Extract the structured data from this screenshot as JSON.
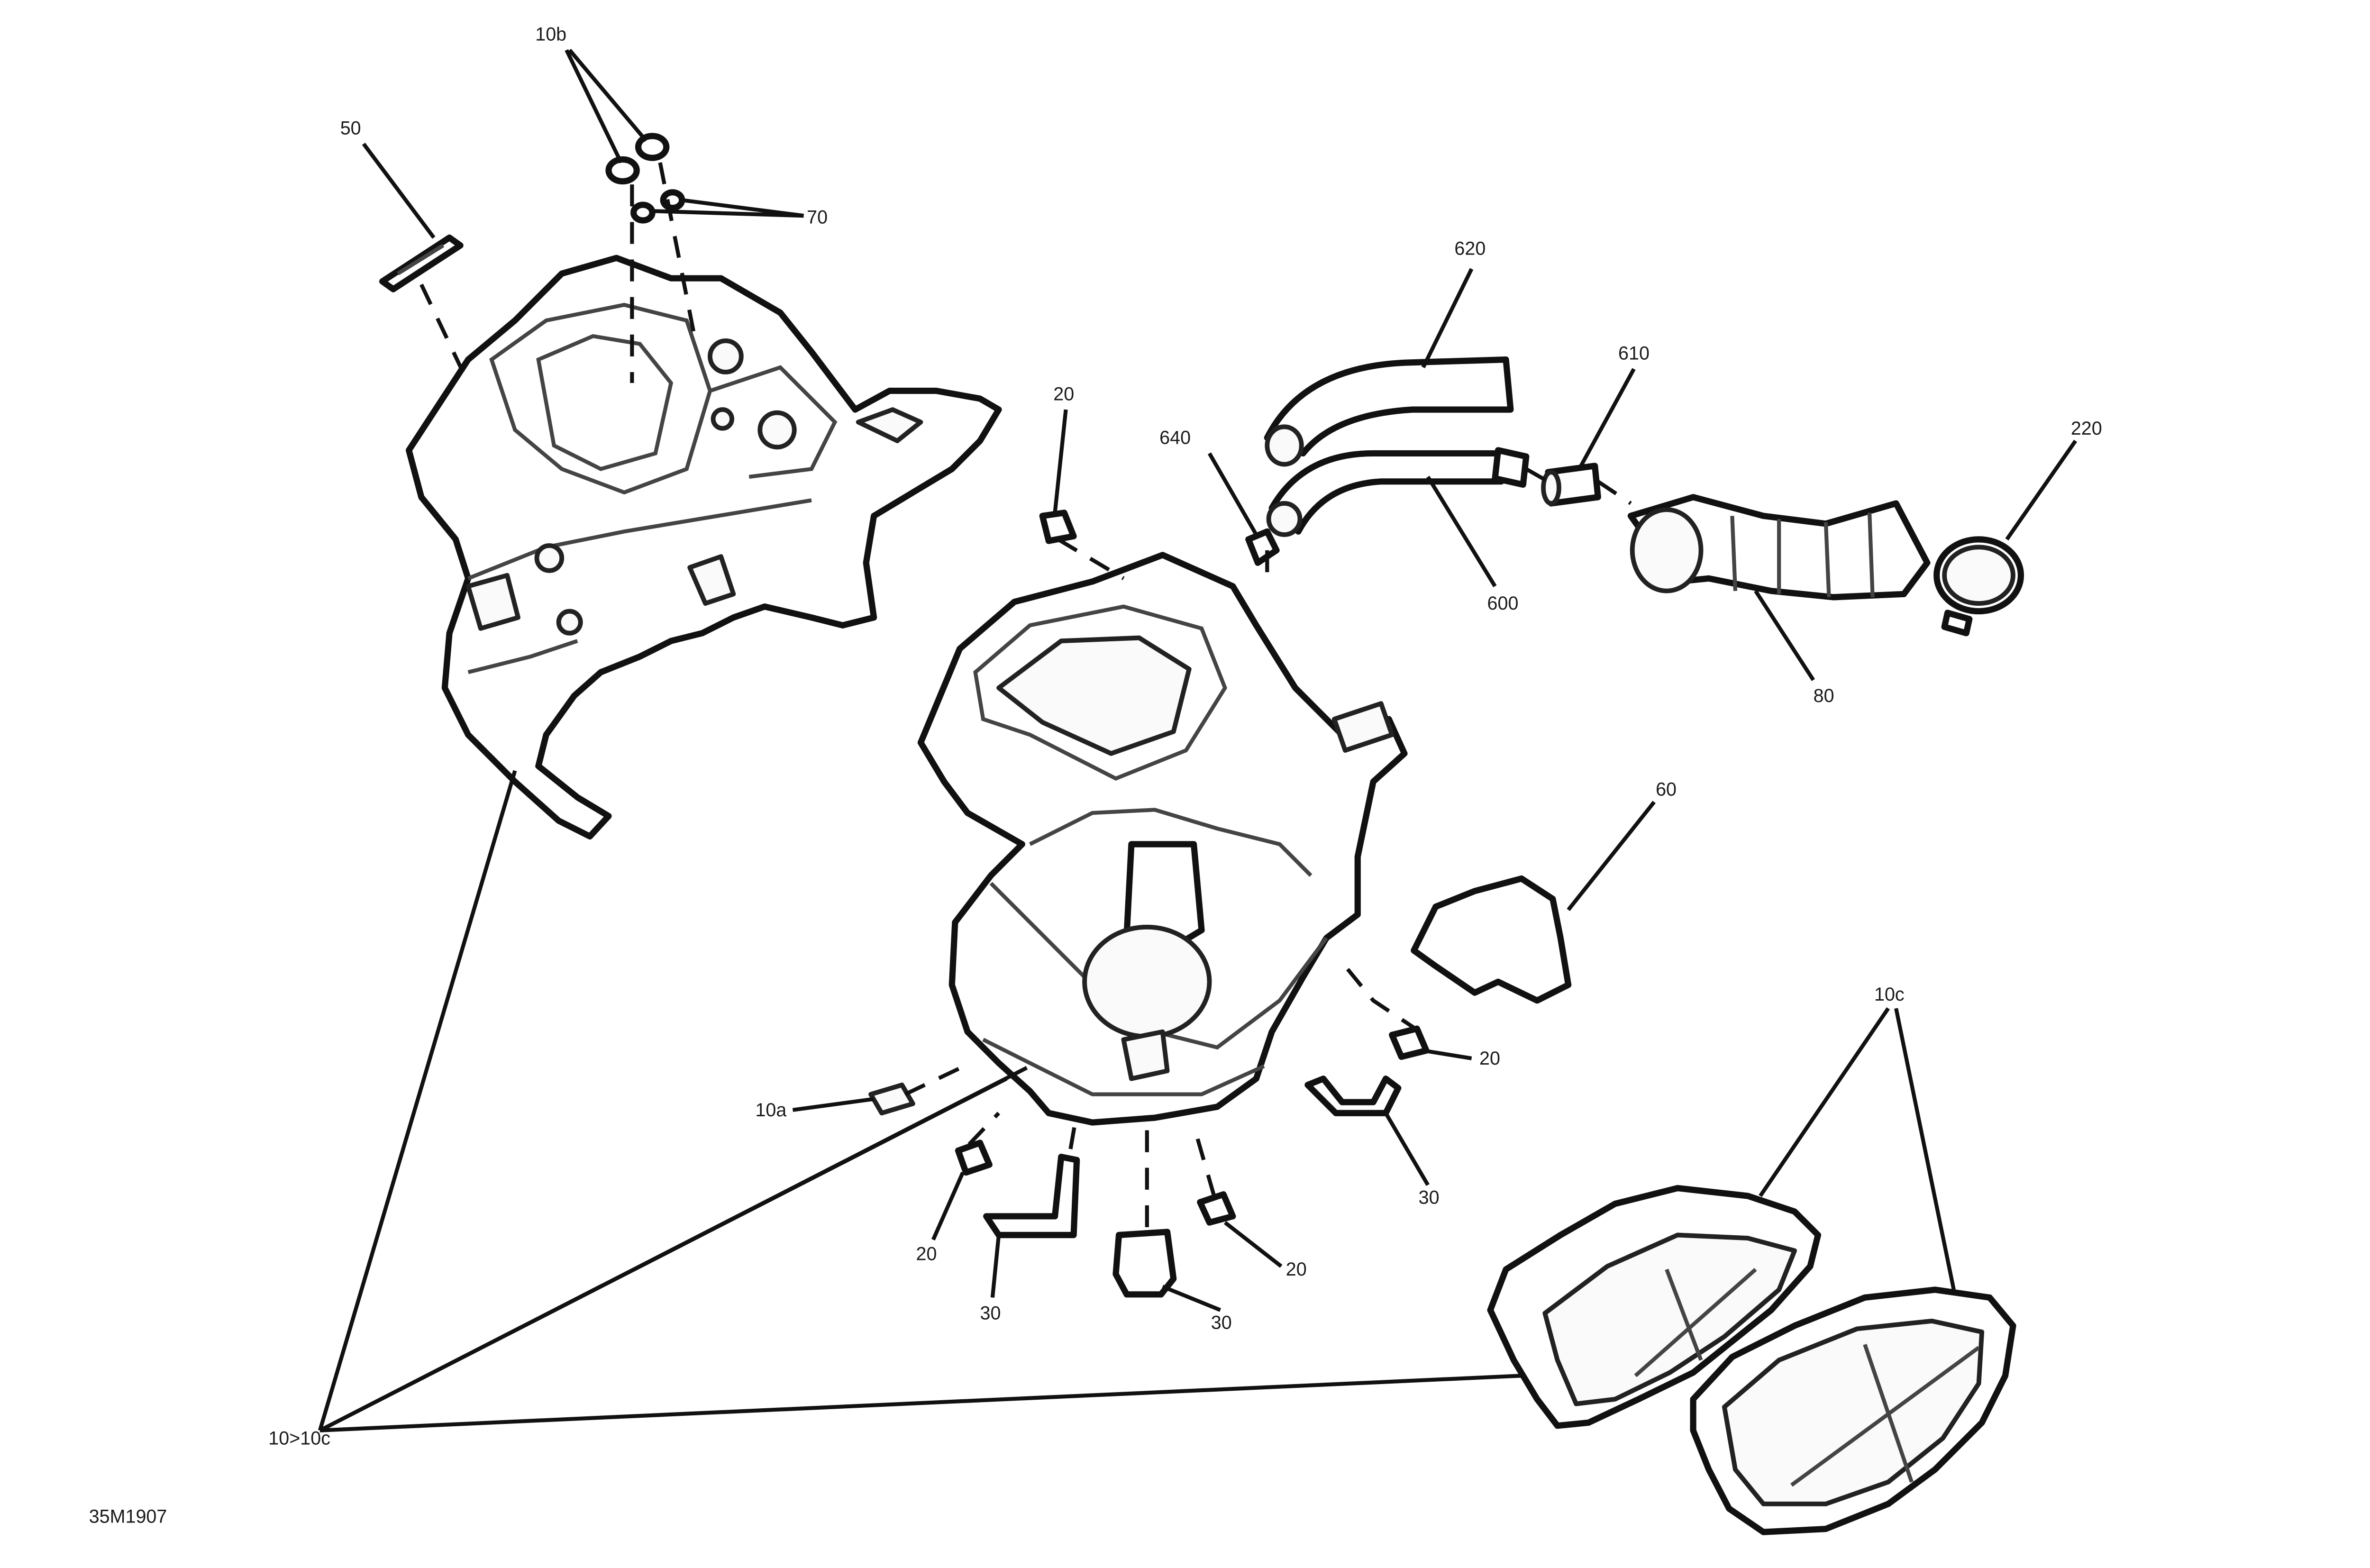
{
  "diagram": {
    "drawing_number": "35M1907",
    "callouts": {
      "c10b": "10b",
      "c50": "50",
      "c70": "70",
      "c620": "620",
      "c610": "610",
      "c20_top": "20",
      "c640": "640",
      "c220": "220",
      "c600": "600",
      "c80": "80",
      "c60": "60",
      "c10c": "10c",
      "c20_right": "20",
      "c10a": "10a",
      "c30_right": "30",
      "c20_left": "20",
      "c20_bottom": "20",
      "c30_left": "30",
      "c30_bottom": "30",
      "c10_10c": "10>10c"
    }
  }
}
